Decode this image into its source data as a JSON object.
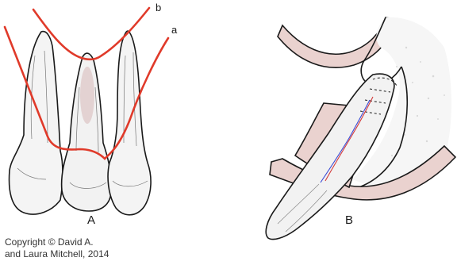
{
  "figure": {
    "panel_a": {
      "label": "A",
      "line_a_label": "a",
      "line_b_label": "b"
    },
    "panel_b": {
      "label": "B"
    },
    "copyright": {
      "line1": "Copyright © David A.",
      "line2": "and Laura Mitchell, 2014"
    }
  },
  "colors": {
    "outline": "#1a1a1a",
    "incision_line": "#e03a2a",
    "gingiva": "#ead2cf",
    "tooth_fill": "#f4f4f4",
    "vessel_red": "#d43a3a",
    "vessel_blue": "#3a4ad4"
  }
}
